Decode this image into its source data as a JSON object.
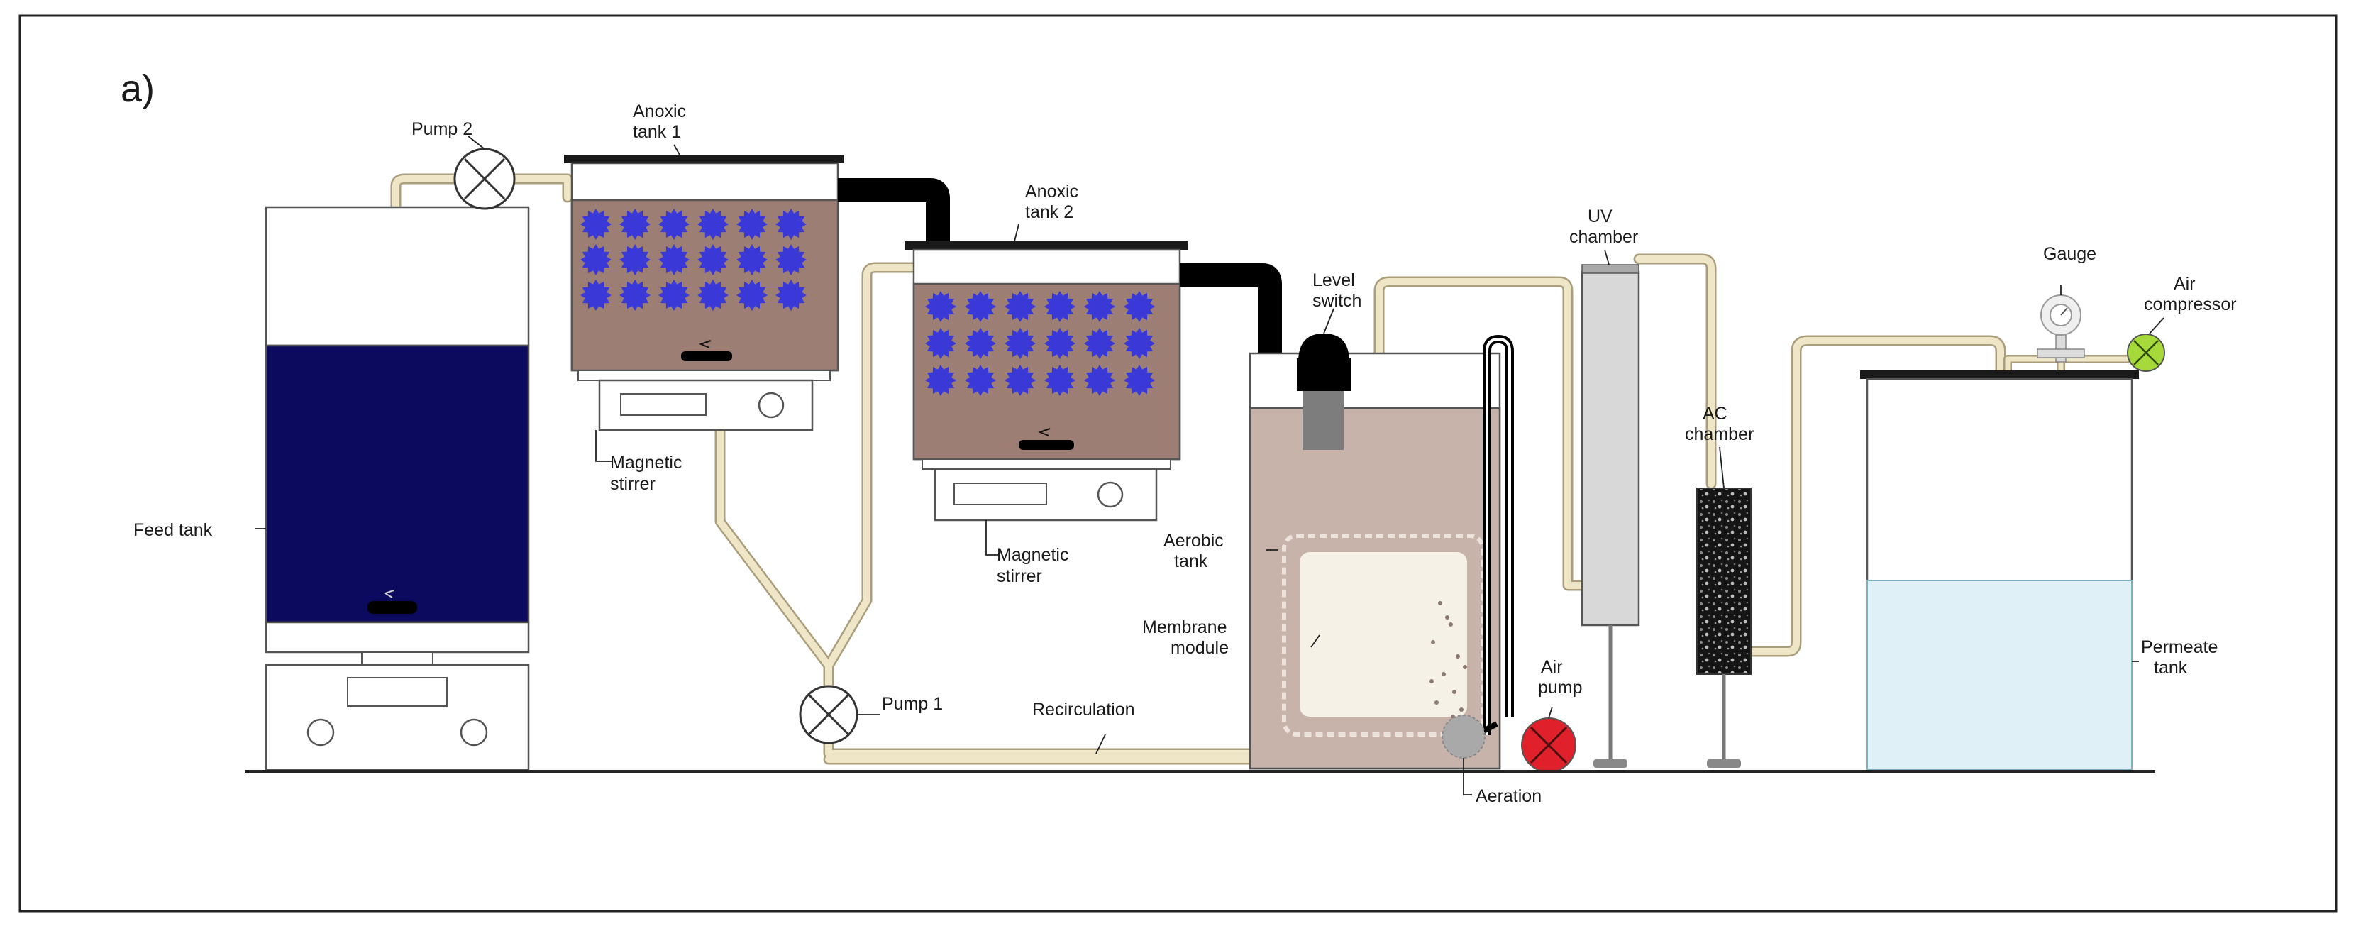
{
  "figure": {
    "panel_label": "a)",
    "labels": {
      "pump2": "Pump 2",
      "anoxic_tank_1": [
        "Anoxic",
        "tank 1"
      ],
      "anoxic_tank_2": [
        "Anoxic",
        "tank 2"
      ],
      "feed_tank": "Feed tank",
      "magnetic_stirrer_1": [
        "Magnetic",
        "stirrer"
      ],
      "magnetic_stirrer_2": [
        "Magnetic",
        "stirrer"
      ],
      "level_switch": [
        "Level",
        "switch"
      ],
      "aerobic_tank": [
        "Aerobic",
        "tank"
      ],
      "membrane_module": [
        "Membrane",
        "module"
      ],
      "pump1": "Pump 1",
      "recirculation": "Recirculation",
      "air_pump": [
        "Air",
        "pump"
      ],
      "aeration": "Aeration",
      "uv_chamber": [
        "UV",
        "chamber"
      ],
      "ac_chamber": [
        "AC",
        "chamber"
      ],
      "gauge": "Gauge",
      "air_compressor": [
        "Air",
        "compressor"
      ],
      "permeate_tank": [
        "Permeate",
        "tank"
      ]
    },
    "colors": {
      "feed_liquid": "#0c0a5e",
      "sludge": "#9c7e74",
      "floc": "#3a39d8",
      "aerobic_liquid": "#c8b3ab",
      "membrane": "#f6f1e6",
      "pipe": "#efe6c8",
      "air_pump": "#e0202a",
      "air_compressor": "#a6d93a",
      "permeate": "#dff1f6",
      "uv": "#d8d8d8",
      "ac": "#151515"
    }
  }
}
